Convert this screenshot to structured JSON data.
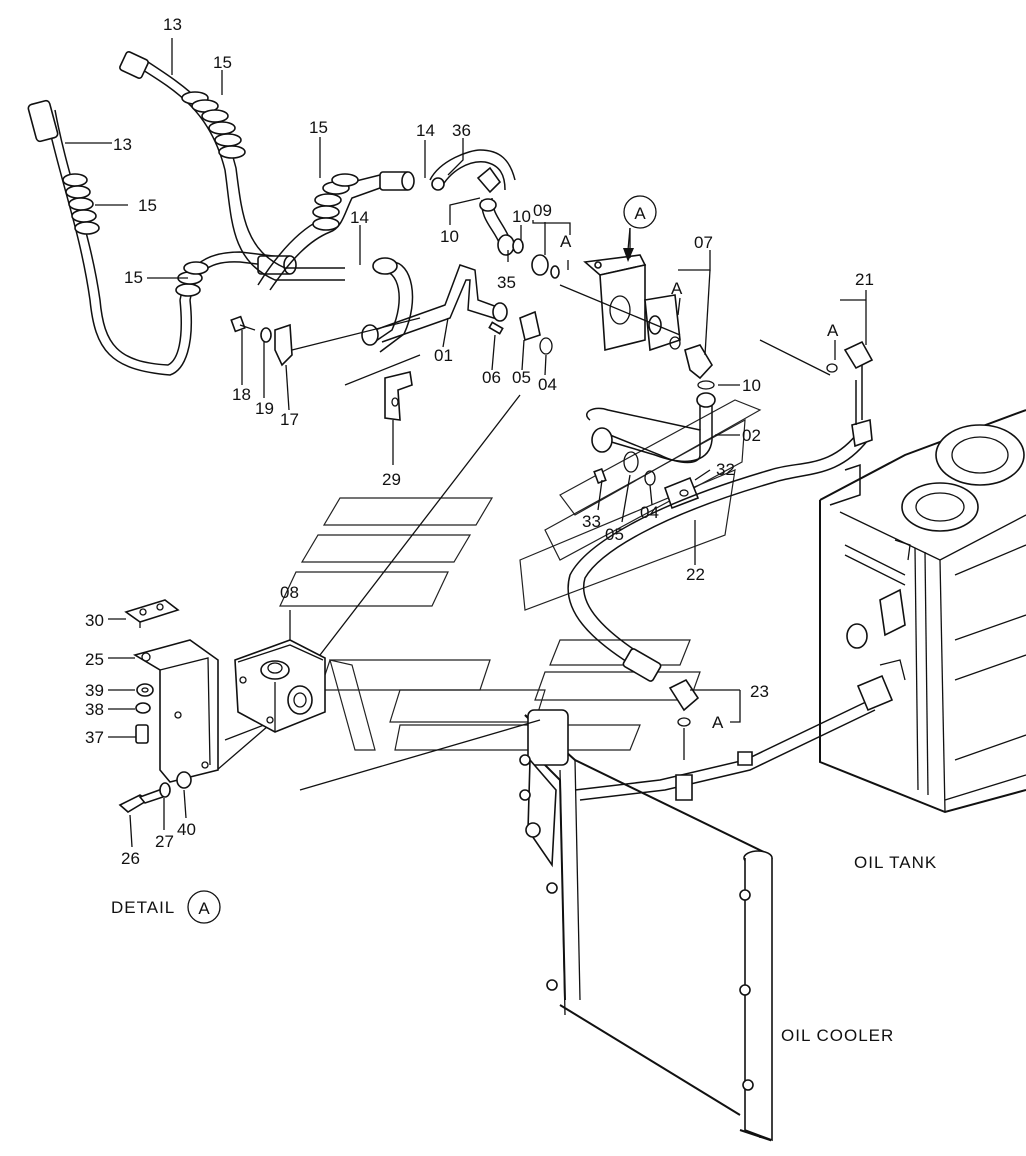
{
  "labels": {
    "p13a": "13",
    "p13b": "13",
    "p15a": "15",
    "p15b": "15",
    "p15c": "15",
    "p15d": "15",
    "p14a": "14",
    "p14b": "14",
    "p36": "36",
    "p10a": "10",
    "p10b": "10",
    "p10c": "10",
    "p09": "09",
    "pA1": "A",
    "p35": "35",
    "p07": "07",
    "pA2": "A",
    "p21": "21",
    "pA3": "A",
    "p18": "18",
    "p19": "19",
    "p17": "17",
    "p29": "29",
    "p01": "01",
    "p06": "06",
    "p05a": "05",
    "p04a": "04",
    "p02": "02",
    "p32": "32",
    "p33": "33",
    "p04b": "04",
    "p05b": "05",
    "p22": "22",
    "p08": "08",
    "p23": "23",
    "pA4": "A",
    "p30": "30",
    "p25": "25",
    "p39": "39",
    "p38": "38",
    "p37": "37",
    "p26": "26",
    "p27": "27",
    "p40": "40"
  },
  "callout": {
    "letter": "A"
  },
  "detail": {
    "text": "DETAIL",
    "letter": "A"
  },
  "captions": {
    "oil_tank": "OIL TANK",
    "oil_cooler": "OIL COOLER"
  }
}
